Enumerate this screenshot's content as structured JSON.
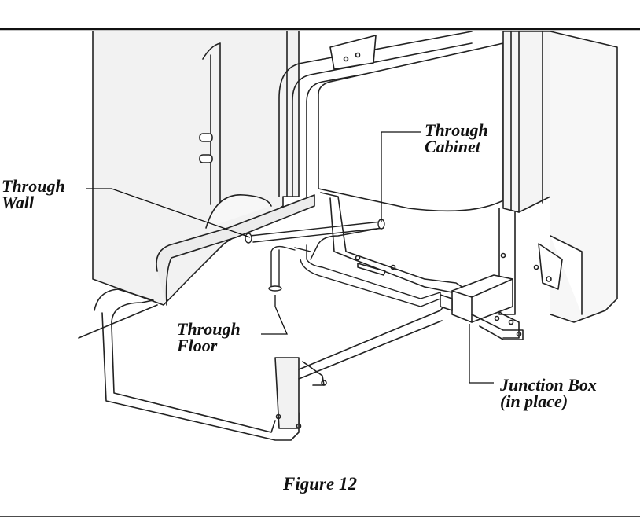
{
  "figure": {
    "caption": "Figure 12",
    "labels": {
      "through_wall": [
        "Through",
        "Wall"
      ],
      "through_cabinet": [
        "Through",
        "Cabinet"
      ],
      "through_floor": [
        "Through",
        "Floor"
      ],
      "junction_box": [
        "Junction Box",
        "(in place)"
      ]
    }
  }
}
